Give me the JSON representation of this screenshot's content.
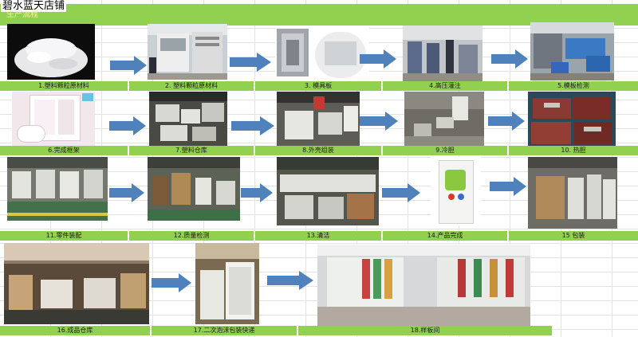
{
  "shop_name": "碧水蓝天店铺",
  "process_title": "生产流程",
  "steps": [
    {
      "label": "1.塑料颗粒原材料"
    },
    {
      "label": "2. 塑料颗粒原材料"
    },
    {
      "label": "3. 模具板"
    },
    {
      "label": "4.高压灌注"
    },
    {
      "label": "5.模板检测"
    },
    {
      "label": "6.完成框架"
    },
    {
      "label": "7.塑料仓库"
    },
    {
      "label": "8.外壳组装"
    },
    {
      "label": "9.冷胆"
    },
    {
      "label": "10. 热胆"
    },
    {
      "label": "11.零件装配"
    },
    {
      "label": "12.质量检测"
    },
    {
      "label": "13.清洁"
    },
    {
      "label": "14.产品完成"
    },
    {
      "label": "15  包装"
    },
    {
      "label": "16.成品仓库"
    },
    {
      "label": "17.二次泡沫包装快递"
    },
    {
      "label": "18.样板间"
    }
  ],
  "colors": {
    "header_green": "#92d050",
    "arrow_blue": "#4f81bd"
  }
}
